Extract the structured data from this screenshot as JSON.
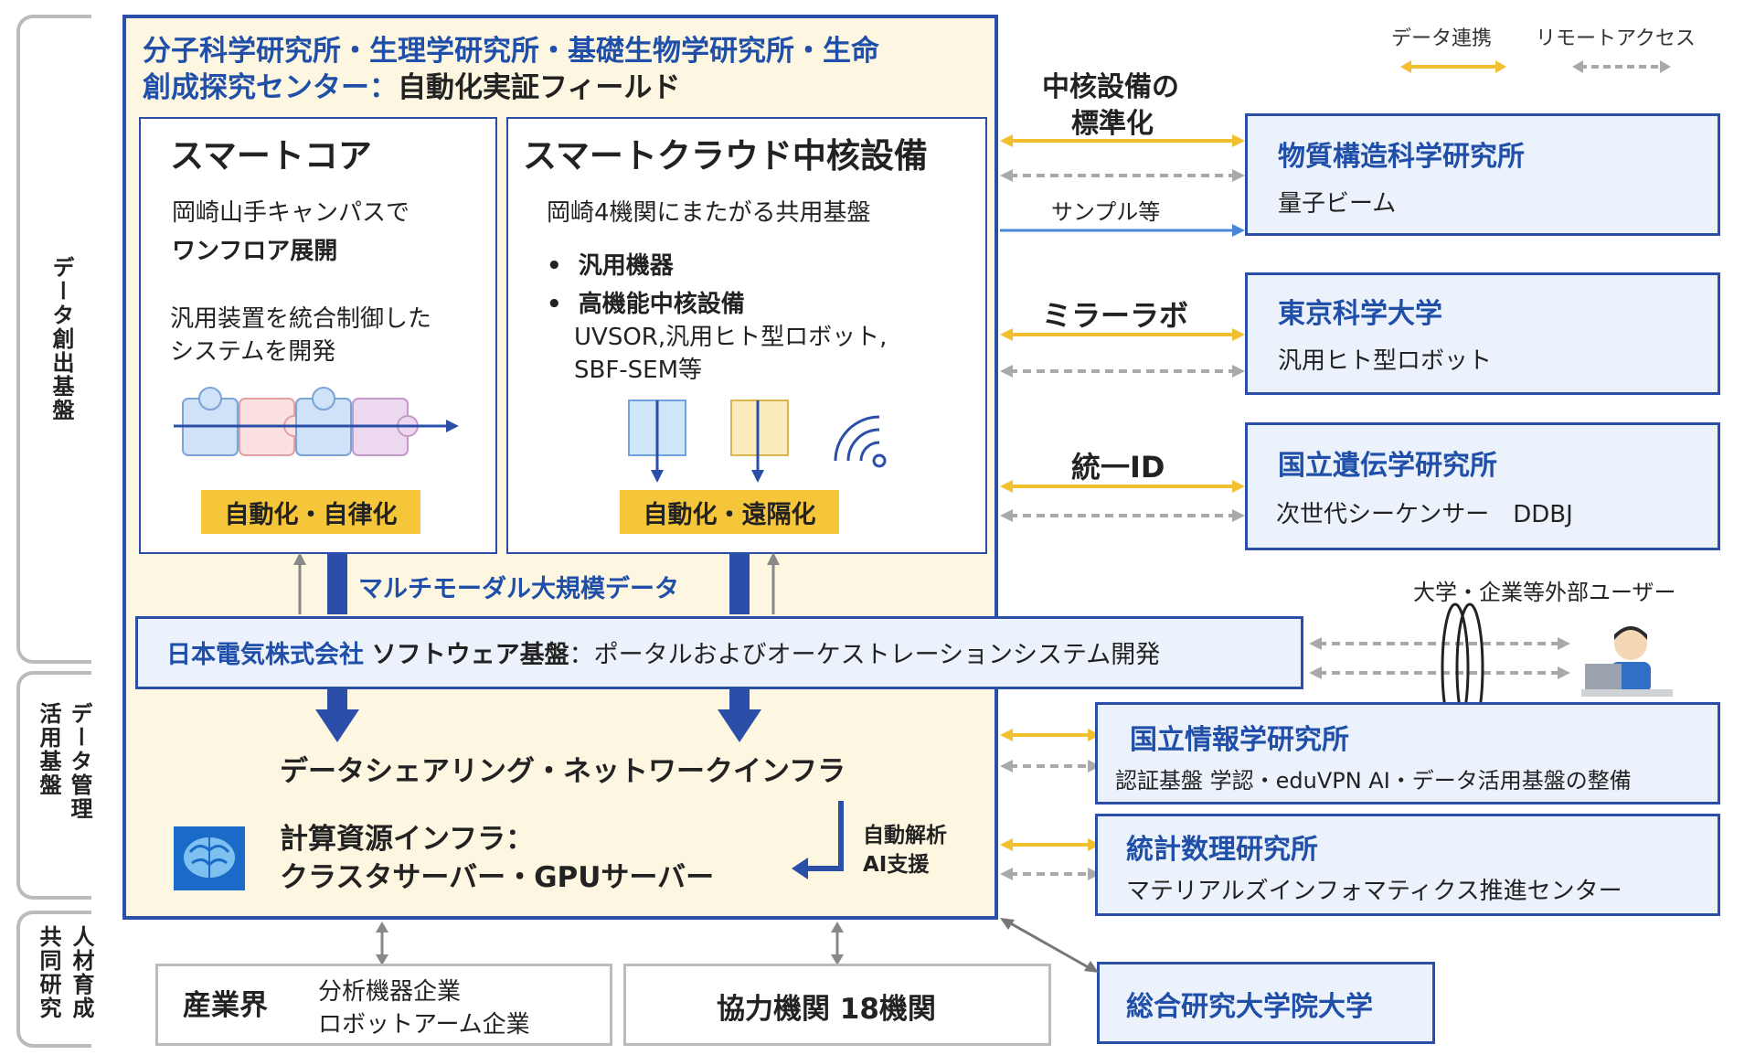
{
  "side_labels": {
    "data_creation": "データ創出基盤",
    "data_management_1": "データ管理",
    "data_management_2": "活用基盤",
    "human_1": "人材育成",
    "human_2": "共同研究"
  },
  "legend": {
    "data_link": "データ連携",
    "remote_access": "リモートアクセス"
  },
  "main": {
    "title_line1": "分子科学研究所・生理学研究所・基礎生物学研究所・生命",
    "title_line2_blue": "創成探究センター：",
    "title_line2_black": "自動化実証フィールド"
  },
  "smart_core": {
    "title": "スマートコア",
    "line1": "岡崎山手キャンパスで",
    "line2": "ワンフロア展開",
    "line3": "汎用装置を統合制御した",
    "line4": "システムを開発",
    "tag": "自動化・自律化"
  },
  "smart_cloud": {
    "title": "スマートクラウド中核設備",
    "line1": "岡崎4機関にまたがる共用基盤",
    "bullet1": "汎用機器",
    "bullet2": "高機能中核設備",
    "detail1": "UVSOR,汎用ヒト型ロボット,",
    "detail2": "SBF-SEM等",
    "tag": "自動化・遠隔化"
  },
  "multimodal": "マルチモーダル大規模データ",
  "nec": {
    "company": "日本電気株式会社",
    "software": "ソフトウェア基盤",
    "desc": "：ポータルおよびオーケストレーションシステム開発"
  },
  "infra": {
    "network": "データシェアリング・ネットワークインフラ",
    "compute1": "計算資源インフラ：",
    "compute2": "クラスタサーバー・GPUサーバー",
    "auto1": "自動解析",
    "auto2": "AI支援"
  },
  "links": {
    "standardization_1": "中核設備の",
    "standardization_2": "標準化",
    "samples": "サンプル等",
    "mirror_lab": "ミラーラボ",
    "unified_id": "統一ID"
  },
  "partners": [
    {
      "name": "物質構造科学研究所",
      "desc": "量子ビーム"
    },
    {
      "name": "東京科学大学",
      "desc": "汎用ヒト型ロボット"
    },
    {
      "name": "国立遺伝学研究所",
      "desc": "次世代シーケンサー　DDBJ"
    },
    {
      "name": "国立情報学研究所",
      "desc": "認証基盤 学認・eduVPN AI・データ活用基盤の整備"
    },
    {
      "name": "統計数理研究所",
      "desc": "マテリアルズインフォマティクス推進センター"
    },
    {
      "name": "総合研究大学院大学",
      "desc": ""
    }
  ],
  "external_users": "大学・企業等外部ユーザー",
  "bottom": {
    "industry_label": "産業界",
    "industry_1": "分析機器企業",
    "industry_2": "ロボットアーム企業",
    "cooperating": "協力機関 18機関"
  },
  "colors": {
    "accent_blue": "#1f4fa8",
    "panel_bg": "#fdf6e1",
    "data_link_arrow": "#f2bf2f",
    "remote_arrow": "#a9a9a9",
    "tag_yellow": "#f6c63a"
  }
}
